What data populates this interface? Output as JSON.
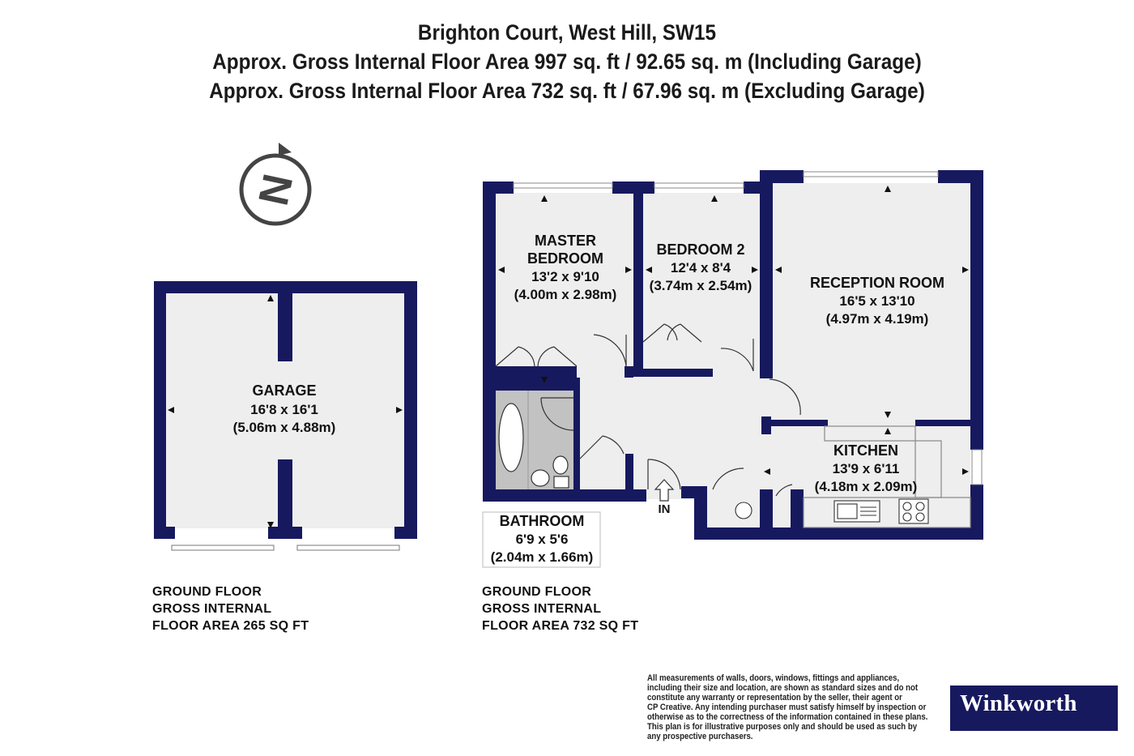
{
  "header": {
    "line1": "Brighton Court, West Hill, SW15",
    "line2": "Approx. Gross Internal Floor Area 997 sq. ft / 92.65 sq. m (Including Garage)",
    "line3": "Approx. Gross Internal Floor Area 732 sq. ft / 67.96 sq. m (Excluding Garage)"
  },
  "compass": {
    "letter": "N",
    "icon": "compass-north-icon"
  },
  "rooms": {
    "garage": {
      "name": "GARAGE",
      "imperial": "16'8 x 16'1",
      "metric": "(5.06m x 4.88m)"
    },
    "master_bedroom": {
      "name_line1": "MASTER",
      "name_line2": "BEDROOM",
      "imperial": "13'2 x 9'10",
      "metric": "(4.00m x 2.98m)"
    },
    "bedroom2": {
      "name": "BEDROOM 2",
      "imperial": "12'4 x 8'4",
      "metric": "(3.74m x 2.54m)"
    },
    "reception": {
      "name": "RECEPTION ROOM",
      "imperial": "16'5 x 13'10",
      "metric": "(4.97m x 4.19m)"
    },
    "kitchen": {
      "name": "KITCHEN",
      "imperial": "13'9 x 6'11",
      "metric": "(4.18m x 2.09m)"
    },
    "bathroom": {
      "name": "BATHROOM",
      "imperial": "6'9 x 5'6",
      "metric": "(2.04m x 1.66m)"
    }
  },
  "entrance": {
    "label": "IN"
  },
  "floors": {
    "garage_floor": {
      "line1": "GROUND FLOOR",
      "line2": "GROSS INTERNAL",
      "line3": "FLOOR AREA 265 SQ FT"
    },
    "main_floor": {
      "line1": "GROUND FLOOR",
      "line2": "GROSS INTERNAL",
      "line3": "FLOOR AREA 732 SQ FT"
    }
  },
  "disclaimer": [
    "All measurements of walls, doors, windows, fittings and appliances,",
    "including their size and location, are shown as standard sizes and do not",
    "constitute any warranty or representation by the seller, their agent or",
    "CP Creative. Any intending purchaser must satisfy himself by inspection or",
    "otherwise as to the correctness of the information contained in these plans.",
    "This plan is for illustrative purposes only and should be used as such by",
    "any prospective purchasers."
  ],
  "brand": {
    "name": "Winkworth"
  },
  "colors": {
    "wall": "#17195f",
    "floor": "#eeeeee",
    "bathroom_floor": "#c2c2c2",
    "brand_bg": "#17195f"
  }
}
